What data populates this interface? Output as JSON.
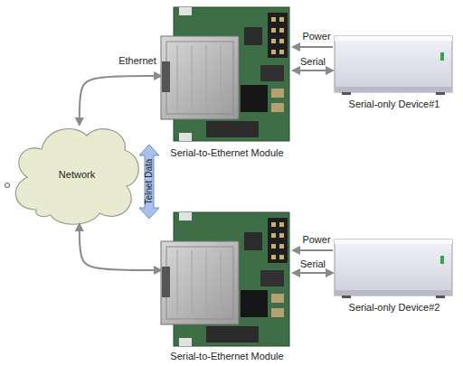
{
  "diagram": {
    "nodes": [
      {
        "text": [
          "Serial-to-Ethernet Module"
        ]
      },
      {
        "text": [
          "Serial-only Device#1"
        ]
      },
      {
        "text": [
          "Network"
        ]
      },
      {
        "text": [
          "Serial-to-Ethernet Module"
        ]
      },
      {
        "text": [
          "Serial-only Device#2"
        ]
      }
    ],
    "edges": [
      {
        "from": 2,
        "to": 0,
        "arrow": "both",
        "label": "Ethernet"
      },
      {
        "from": 1,
        "to": 0,
        "arrow": "to",
        "label": "Power"
      },
      {
        "from": 0,
        "to": 1,
        "arrow": "both",
        "label": "Serial"
      },
      {
        "from": 2,
        "to": 3,
        "arrow": "both"
      },
      {
        "from": 4,
        "to": 3,
        "arrow": "to",
        "label": "Power"
      },
      {
        "from": 3,
        "to": 4,
        "arrow": "both",
        "label": "Serial"
      }
    ],
    "labels": [
      "Telnet Data"
    ]
  }
}
